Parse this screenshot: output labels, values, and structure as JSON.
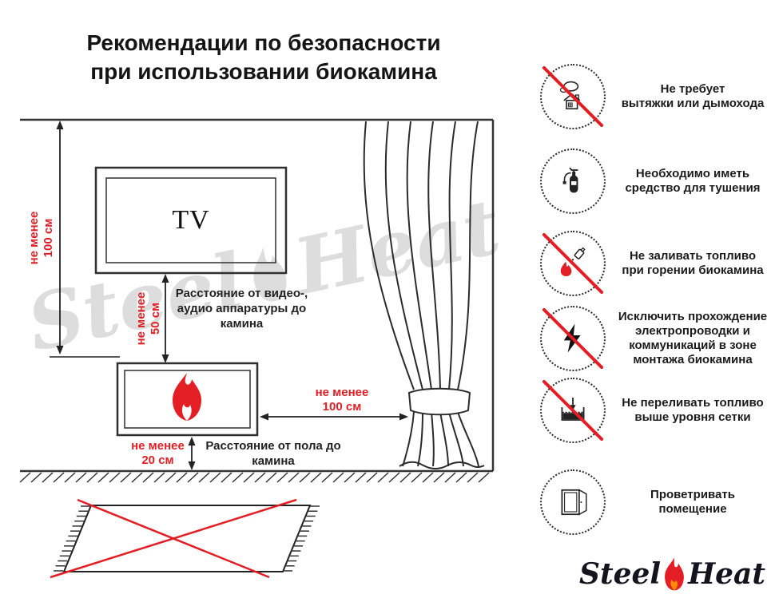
{
  "title": {
    "text": "Рекомендации по безопасности\nпри использовании биокамина"
  },
  "diagram": {
    "tv_label": "TV",
    "watermark": {
      "word1": "Steel",
      "word2": "Heat"
    },
    "dims": {
      "left": "не менее\n100 см",
      "middle": "не менее\n50 см",
      "middle_note": "Расстояние от видео-,\nаудио аппаратуры до\nкамина",
      "horizontal": "не менее\n100 см",
      "bottom": "не менее\n20 см",
      "bottom_note": "Расстояние от пола до\nкамина"
    }
  },
  "rules": [
    {
      "icon": "no-chimney-icon",
      "prohibited": true,
      "label": "Не требует\nвытяжки или дымохода"
    },
    {
      "icon": "extinguisher-icon",
      "prohibited": false,
      "label": "Необходимо иметь\nсредство для тушения"
    },
    {
      "icon": "no-refuel-while-burning-icon",
      "prohibited": true,
      "label": "Не заливать топливо\nпри горении биокамина"
    },
    {
      "icon": "no-electrical-wiring-icon",
      "prohibited": true,
      "label": "Исключить прохождение\nэлектропроводки и\nкоммуникаций в зоне\nмонтажа биокамина"
    },
    {
      "icon": "no-overfill-icon",
      "prohibited": true,
      "label": "Не переливать топливо\nвыше уровня сетки"
    },
    {
      "icon": "ventilate-icon",
      "prohibited": false,
      "label": "Проветривать\nпомещение"
    }
  ],
  "logo": {
    "word1": "Steel",
    "word2": "Heat"
  },
  "colors": {
    "accent_red": "#e31e24",
    "ink": "#1c1c1c"
  }
}
